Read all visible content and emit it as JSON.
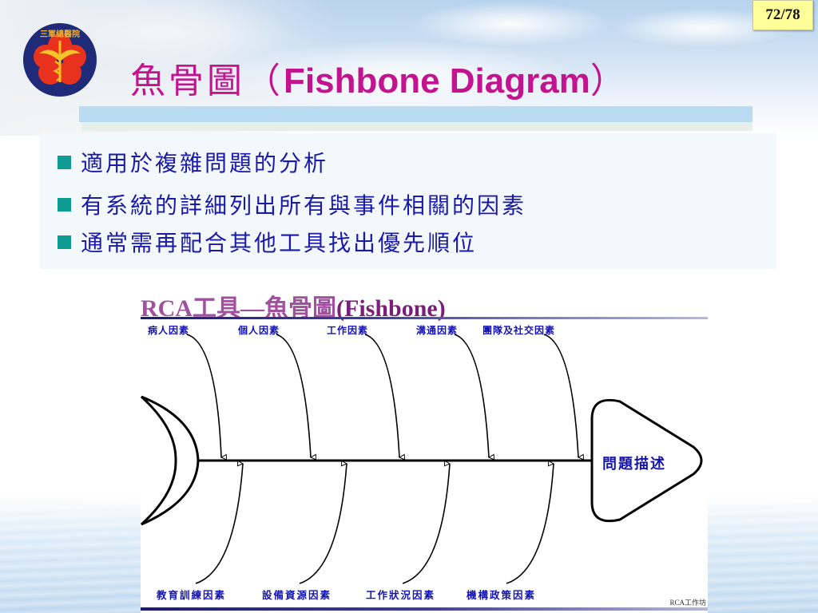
{
  "slide": {
    "page_indicator": "72/78",
    "title": {
      "cjk": "魚骨圖",
      "open_paren": "（",
      "en": "Fishbone Diagram",
      "close_paren": "）"
    },
    "logo": {
      "icon": "hospital-logo-icon",
      "text": "三軍總醫院"
    },
    "bullets": [
      "適用於複雜問題的分析",
      "有系統的詳細列出所有與事件相關的因素",
      "通常需再配合其他工具找出優先順位"
    ],
    "colors": {
      "title": "#c3138f",
      "bullet_text": "#1a1aa6",
      "bullet_square": "#0f9a94",
      "label_blue": "#1414b4",
      "rca_title": "#a0509e",
      "badge_bg": "#ffff99"
    }
  },
  "diagram": {
    "title_part1": "RCA工具—魚骨圖",
    "title_part2": "(Fishbone)",
    "head_label": "問題描述",
    "top_causes": [
      "病人因素",
      "個人因素",
      "工作因素",
      "溝通因素",
      "團隊及社交因素"
    ],
    "bottom_causes": [
      "教育訓練因素",
      "設備資源因素",
      "工作狀況因素",
      "機構政策因素"
    ],
    "credit": "RCA工作坊"
  }
}
